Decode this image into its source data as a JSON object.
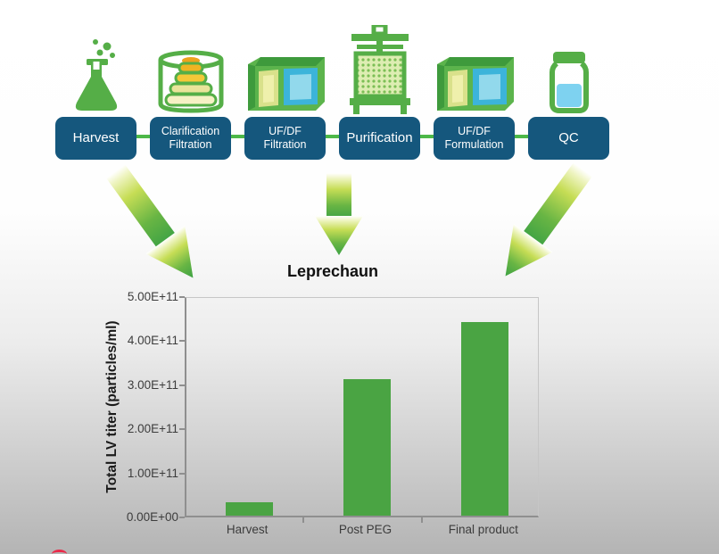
{
  "page": {
    "background_top": "#ffffff",
    "background_bottom": "#b4b4b4",
    "accent_green": "#4db848",
    "box_blue": "#15577d"
  },
  "process_flow": {
    "steps": [
      {
        "line1": "Harvest",
        "line2": "",
        "icon": "flask-icon"
      },
      {
        "line1": "Clarification",
        "line2": "Filtration",
        "icon": "depth-filter-stack-icon"
      },
      {
        "line1": "UF/DF",
        "line2": "Filtration",
        "icon": "filter-cassette-icon"
      },
      {
        "line1": "Purification",
        "line2": "",
        "icon": "filter-press-icon"
      },
      {
        "line1": "UF/DF",
        "line2": "Formulation",
        "icon": "filter-cassette-icon"
      },
      {
        "line1": "QC",
        "line2": "",
        "icon": "sample-bottle-icon"
      }
    ],
    "connector_color": "#4db848"
  },
  "arrows": {
    "count": 3,
    "gradient_top": "#eef4c0",
    "gradient_bottom": "#3da244"
  },
  "chart_data": {
    "type": "bar",
    "title": "Leprechaun",
    "xlabel": "",
    "ylabel": "Total LV titer (particles/ml)",
    "categories": [
      "Harvest",
      "Post PEG",
      "Final product"
    ],
    "values": [
      30000000000.0,
      310000000000.0,
      440000000000.0
    ],
    "ylim": [
      0,
      500000000000.0
    ],
    "ytick_labels": [
      "0.00E+00",
      "1.00E+11",
      "2.00E+11",
      "3.00E+11",
      "4.00E+11",
      "5.00E+11"
    ],
    "bar_color": "#4aa443",
    "grid": false,
    "legend": false
  }
}
